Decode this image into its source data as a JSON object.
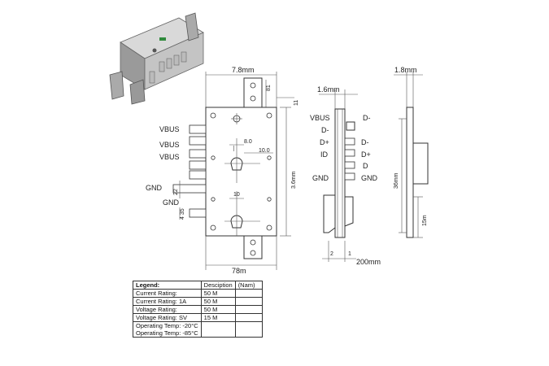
{
  "front": {
    "top_width": "7.8mm",
    "bottom_width": "78m",
    "height": "3.6mm",
    "dim_81": "81",
    "dim_11": "11",
    "dim_80": "8.0",
    "dim_100": "10.0",
    "dim_10": "10",
    "dim_22": "22",
    "dim_435": "4 35",
    "left_labels": [
      "VBUS",
      "VBUS",
      "VBUS",
      "GND",
      "GND"
    ]
  },
  "side": {
    "top_dim": "1.6mm",
    "left_labels": [
      "VBUS",
      "D-",
      "D+",
      "ID",
      "GND"
    ],
    "right_labels": [
      "D-",
      "D-",
      "D+",
      "D",
      "GND"
    ],
    "dim_2": "2",
    "dim_1": "1",
    "dim_200": "200mm"
  },
  "right": {
    "top_dim": "1.8mm",
    "height": "36mm",
    "lower": "15m"
  },
  "legend": {
    "headers": [
      "Legend:",
      "Desciption",
      "(Nam)"
    ],
    "rows": [
      [
        "Current Rating:",
        "50 M",
        ""
      ],
      [
        "Current Rating: 1A",
        "50 M",
        ""
      ],
      [
        "Voltage Rating:",
        "50 M",
        ""
      ],
      [
        "Voltage Rating: SV",
        "15 M",
        ""
      ],
      [
        "Operating Temp: -20°C\nOperating Temp: -85°C",
        "",
        ""
      ]
    ]
  }
}
